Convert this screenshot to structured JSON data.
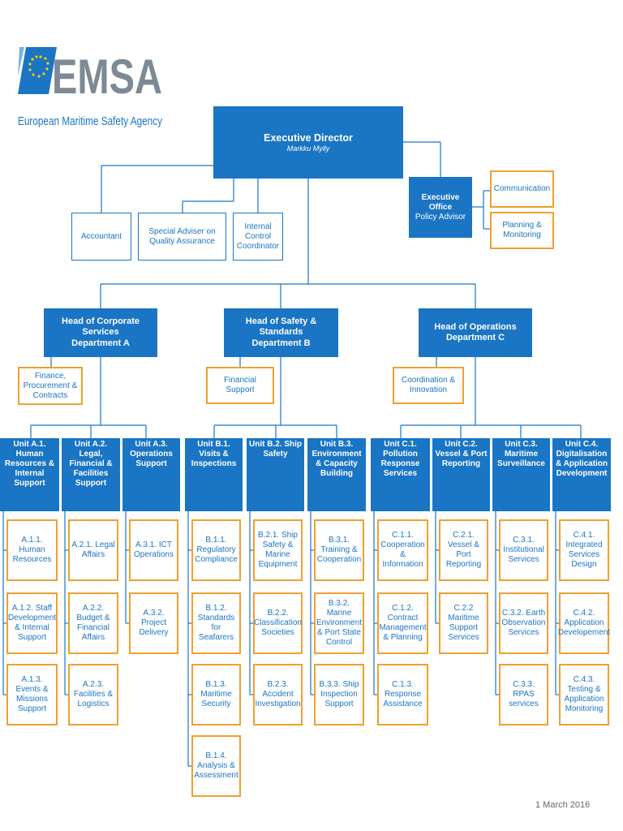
{
  "logo": {
    "wordmark": "EMSA",
    "agency_name": "European Maritime Safety Agency"
  },
  "executive": {
    "title": "Executive Director",
    "name": "Markku Mylly"
  },
  "executive_office": {
    "title": "Executive Office",
    "subtitle": "Policy Advisor"
  },
  "exec_office_functions": [
    "Communication",
    "Planning & Monitoring"
  ],
  "staff": [
    "Accountant",
    "Special Adviser on Quality Assurance",
    "Internal Control Coordinator"
  ],
  "departments": [
    {
      "title": "Head of Corporate Services",
      "sub": "Department A",
      "support": "Finance, Procurement & Contracts"
    },
    {
      "title": "Head of Safety & Standards",
      "sub": "Department B",
      "support": "Financial Support"
    },
    {
      "title": "Head of Operations",
      "sub": "Department C",
      "support": "Coordination & Innovation"
    }
  ],
  "units": [
    {
      "title": "Unit A.1. Human Resources & Internal Support",
      "sections": [
        "A.1.1. Human Resources",
        "A.1.2. Staff Development & Internal Support",
        "A.1.3. Events & Missions Support"
      ]
    },
    {
      "title": "Unit A.2. Legal, Financial & Facilities Support",
      "sections": [
        "A.2.1. Legal Affairs",
        "A.2.2. Budget & Financial Affairs",
        "A.2.3. Facilities & Logistics"
      ]
    },
    {
      "title": "Unit A.3. Operations Support",
      "sections": [
        "A.3.1. ICT Operations",
        "A.3.2. Project Delivery"
      ]
    },
    {
      "title": "Unit B.1. Visits & Inspections",
      "sections": [
        "B.1.1. Regulatory Compliance",
        "B.1.2. Standards for Seafarers",
        "B.1.3. Maritime Security",
        "B.1.4. Analysis & Assessment"
      ]
    },
    {
      "title": "Unit B.2. Ship Safety",
      "sections": [
        "B.2.1. Ship Safety & Marine Equipment",
        "B.2.2. Classification Societies",
        "B.2.3. Accident Investigation"
      ]
    },
    {
      "title": "Unit B.3. Environment & Capacity Building",
      "sections": [
        "B.3.1. Training & Cooperation",
        "B.3.2. Marine Environment & Port State Control",
        "B.3.3. Ship Inspection Support"
      ]
    },
    {
      "title": "Unit C.1. Pollution Response Services",
      "sections": [
        "C.1.1. Cooperation & Information",
        "C.1.2. Contract Management & Planning",
        "C.1.3. Response Assistance"
      ]
    },
    {
      "title": "Unit C.2. Vessel & Port Reporting",
      "sections": [
        "C.2.1. Vessel & Port Reporting",
        "C.2.2 Maritime Support Services"
      ]
    },
    {
      "title": "Unit C.3. Maritime Surveillance",
      "sections": [
        "C.3.1. Institutional Services",
        "C.3.2. Earth Observation Services",
        "C.3.3. RPAS services"
      ]
    },
    {
      "title": "Unit C.4. Digitalisation & Application Development",
      "sections": [
        "C.4.1. Integrated Services Design",
        "C.4.2. Application Developement",
        "C.4.3. Testing & Application Monitoring"
      ]
    }
  ],
  "date": "1 March 2016",
  "colors": {
    "primary_blue": "#1a75c4",
    "accent_orange": "#f0a030",
    "logo_grey": "#7d8a96"
  }
}
